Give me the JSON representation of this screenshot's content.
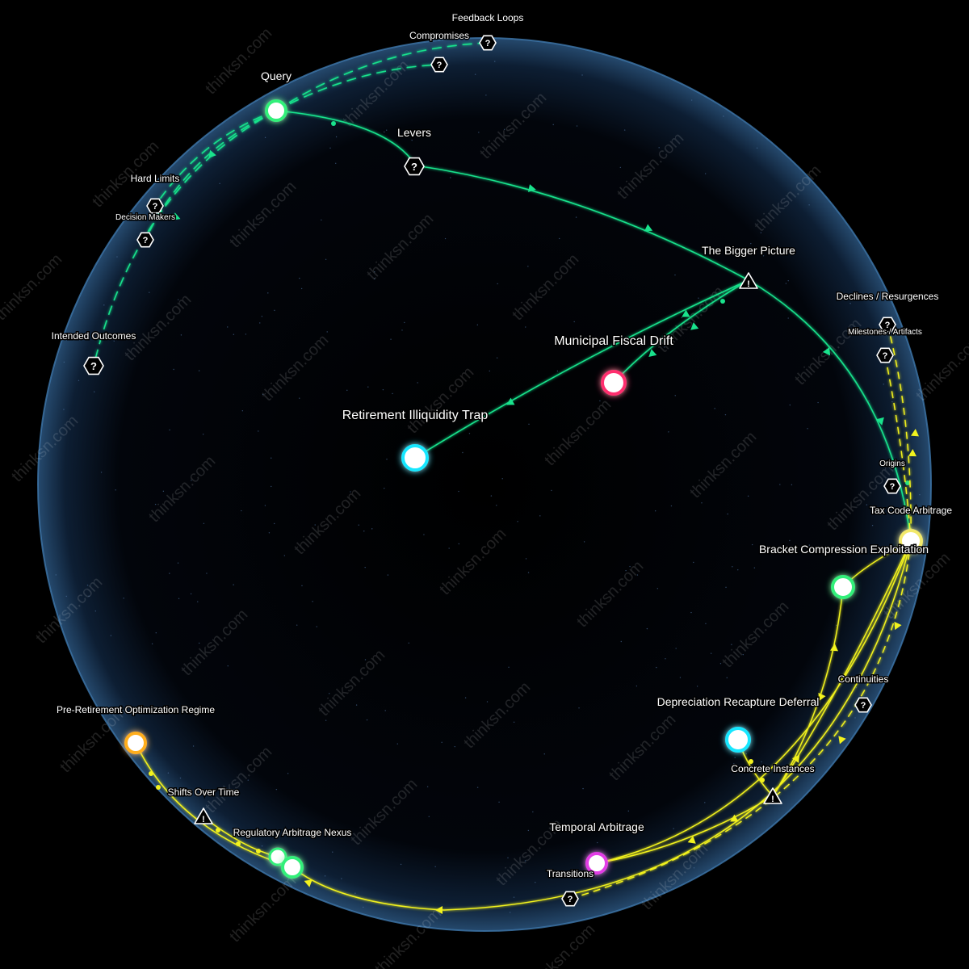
{
  "watermark": "thinksn.com",
  "colors": {
    "background": "#000000",
    "sphere_edge": "#3a6fa0",
    "green_edges": "#19e28c",
    "yellow_edges": "#f2f21e",
    "node_cyan": "#18e7ff",
    "node_pink": "#ff2e6e",
    "node_green": "#33f07a",
    "node_orange": "#ffae1a",
    "node_magenta": "#e23ce6",
    "node_yellow": "#f2e96a"
  },
  "nodes": {
    "query": {
      "label": "Query",
      "color": "node_green"
    },
    "municipal": {
      "label": "Municipal Fiscal Drift",
      "color": "node_pink"
    },
    "retirement": {
      "label": "Retirement Illiquidity Trap",
      "color": "node_cyan"
    },
    "bracket": {
      "label": "Bracket Compression Exploitation",
      "color": "node_green"
    },
    "depreciation": {
      "label": "Depreciation Recapture Deferral",
      "color": "node_cyan"
    },
    "temporal": {
      "label": "Temporal Arbitrage",
      "color": "node_magenta"
    },
    "preretirement": {
      "label": "Pre-Retirement Optimization Regime",
      "color": "node_orange"
    },
    "regulatory": {
      "label": "Regulatory Arbitrage Nexus",
      "color": "node_green"
    },
    "taxcode": {
      "label": "Tax Code Arbitrage",
      "color": "node_yellow"
    }
  },
  "markers": {
    "feedback_loops": {
      "label": "Feedback Loops",
      "icon": "question-hex-icon"
    },
    "compromises": {
      "label": "Compromises",
      "icon": "question-hex-icon"
    },
    "levers": {
      "label": "Levers",
      "icon": "question-hex-icon"
    },
    "hard_limits": {
      "label": "Hard Limits",
      "icon": "question-hex-icon"
    },
    "decision_makers": {
      "label": "Decision Makers",
      "icon": "question-hex-icon"
    },
    "intended_outcomes": {
      "label": "Intended Outcomes",
      "icon": "question-hex-icon"
    },
    "bigger_picture": {
      "label": "The Bigger Picture",
      "icon": "warning-triangle-icon"
    },
    "declines": {
      "label": "Declines / Resurgences",
      "icon": "question-hex-icon"
    },
    "milestones": {
      "label": "Milestones / Artifacts",
      "icon": "question-hex-icon"
    },
    "origins": {
      "label": "Origins",
      "icon": "question-hex-icon"
    },
    "continuities": {
      "label": "Continuities",
      "icon": "question-hex-icon"
    },
    "concrete": {
      "label": "Concrete Instances",
      "icon": "warning-triangle-icon"
    },
    "transitions": {
      "label": "Transitions",
      "icon": "question-hex-icon"
    },
    "shifts": {
      "label": "Shifts Over Time",
      "icon": "warning-triangle-icon"
    }
  }
}
